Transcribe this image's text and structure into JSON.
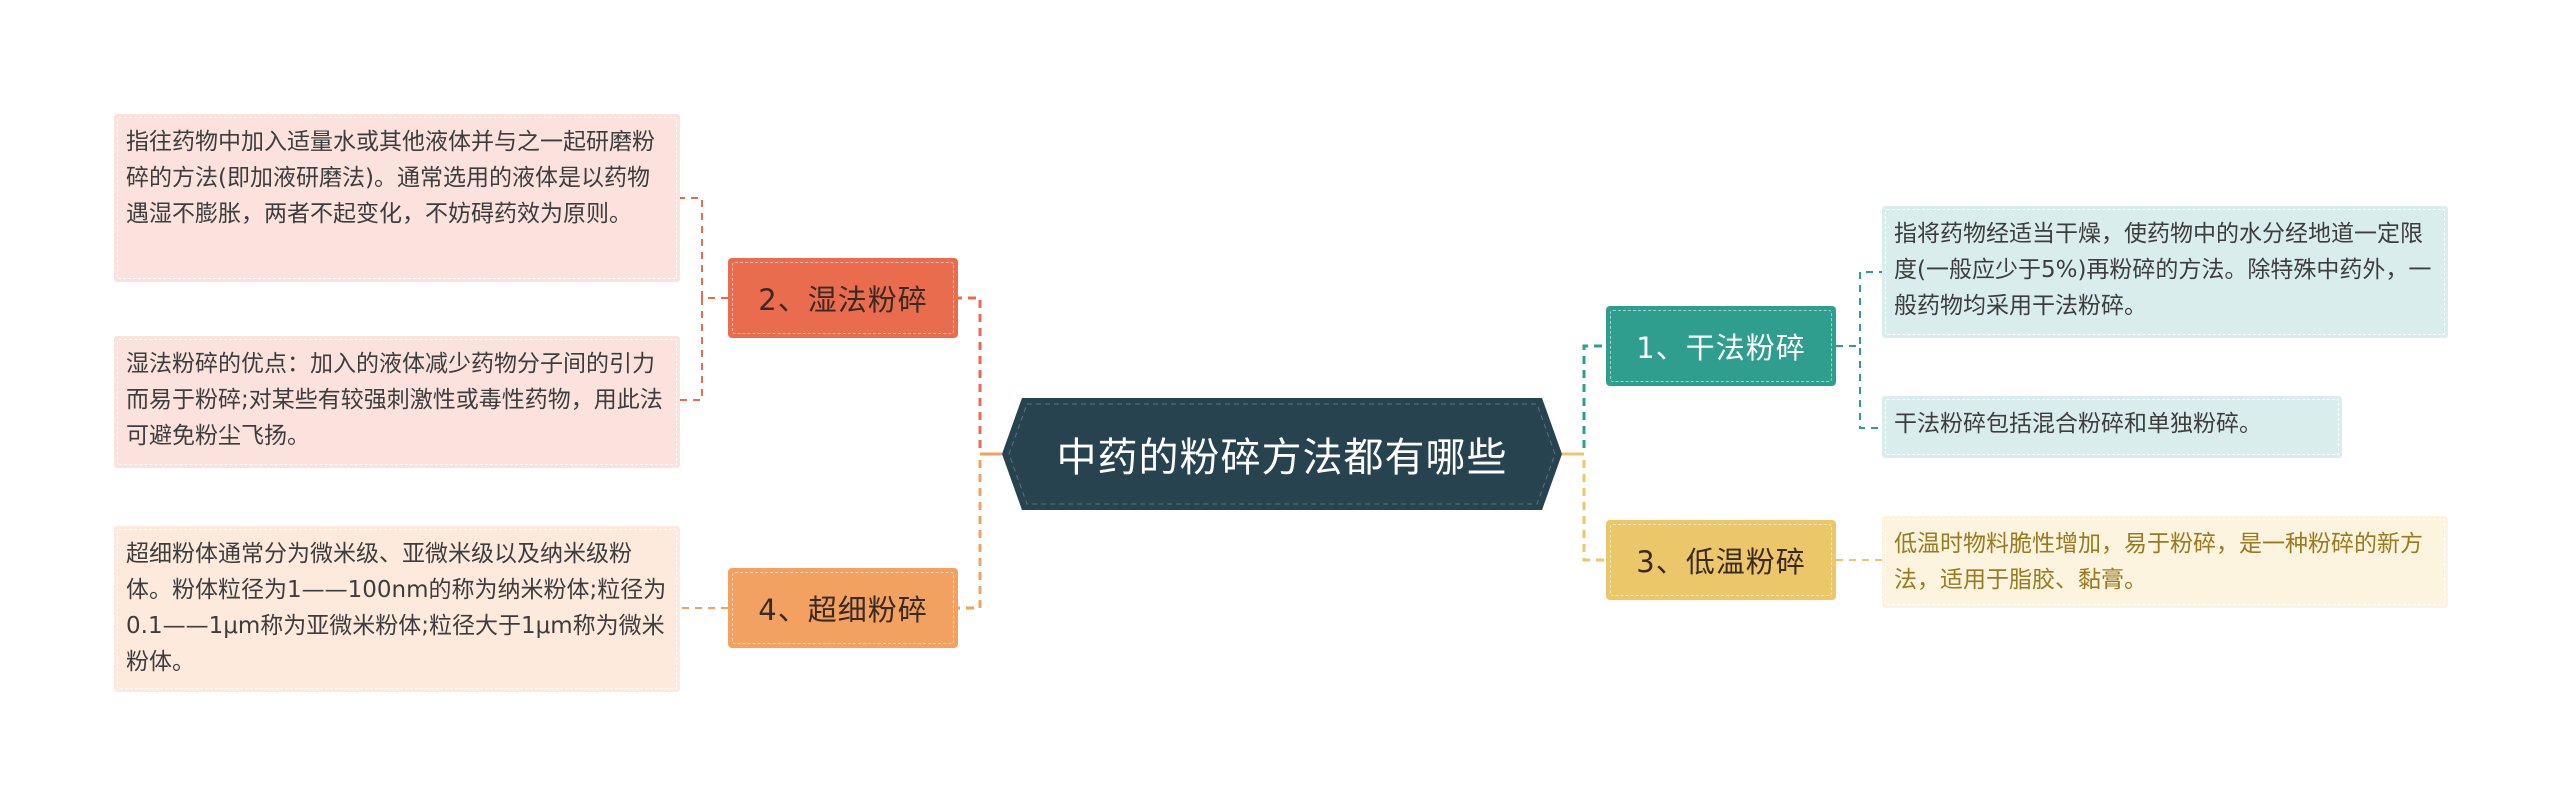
{
  "root": {
    "title": "中药的粉碎方法都有哪些",
    "color": "#26434f"
  },
  "branches": {
    "wet": {
      "label": "2、湿法粉碎",
      "color": "#e96c4e",
      "line_color": "#e96c4e",
      "leaves": [
        "指往药物中加入适量水或其他液体并与之一起研磨粉碎的方法(即加液研磨法)。通常选用的液体是以药物遇湿不膨胀，两者不起变化，不妨碍药效为原则。",
        "湿法粉碎的优点：加入的液体减少药物分子间的引力而易于粉碎;对某些有较强刺激性或毒性药物，用此法可避免粉尘飞扬。"
      ]
    },
    "ultra": {
      "label": "4、超细粉碎",
      "color": "#f3a161",
      "line_color": "#f3a161",
      "leaves": [
        "超细粉体通常分为微米级、亚微米级以及纳米级粉体。粉体粒径为1——100nm的称为纳米粉体;粒径为0.1——1μm称为亚微米粉体;粒径大于1μm称为微米粉体。"
      ]
    },
    "dry": {
      "label": "1、干法粉碎",
      "color": "#2f9e8f",
      "line_color": "#2f9e8f",
      "leaves": [
        "指将药物经适当干燥，使药物中的水分经地道一定限度(一般应少于5%)再粉碎的方法。除特殊中药外，一般药物均采用干法粉碎。",
        "干法粉碎包括混合粉碎和单独粉碎。"
      ]
    },
    "low": {
      "label": "3、低温粉碎",
      "color": "#ecc76a",
      "line_color": "#ecc76a",
      "leaves": [
        "低温时物料脆性增加，易于粉碎，是一种粉碎的新方法，适用于脂胶、黏膏。"
      ]
    }
  }
}
